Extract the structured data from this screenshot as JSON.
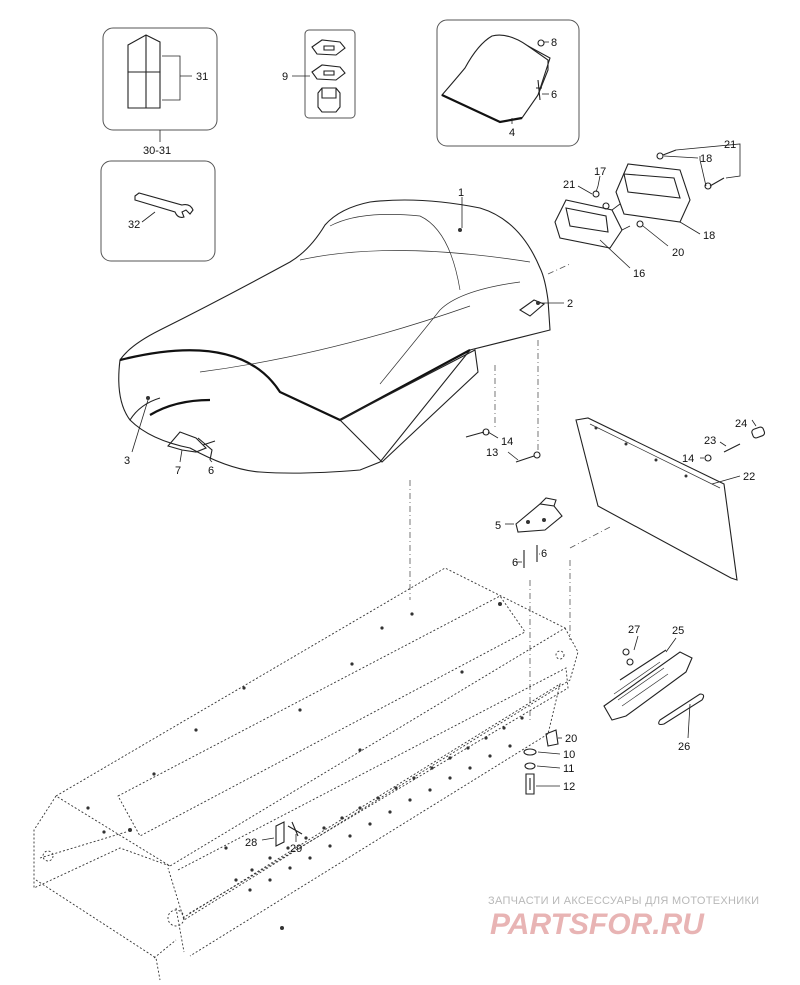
{
  "callouts": {
    "c1": "1",
    "c2": "2",
    "c3": "3",
    "c4": "4",
    "c5": "5",
    "c6a": "6",
    "c6b": "6",
    "c6c": "6",
    "c6d": "6",
    "c7": "7",
    "c8": "8",
    "c9": "9",
    "c10": "10",
    "c11": "11",
    "c12": "12",
    "c13": "13",
    "c14a": "14",
    "c14b": "14",
    "c16": "16",
    "c17": "17",
    "c18a": "18",
    "c18b": "18",
    "c20a": "20",
    "c20b": "20",
    "c21a": "21",
    "c21b": "21",
    "c22": "22",
    "c23": "23",
    "c24": "24",
    "c25": "25",
    "c26": "26",
    "c27": "27",
    "c28": "28",
    "c29": "29",
    "c31": "31",
    "c30_31": "30-31",
    "c32": "32"
  },
  "watermark": {
    "line1": "ЗАПЧАСТИ И АКСЕССУАРЫ ДЛЯ МОТОТЕХНИКИ",
    "line2": "PARTSFOR.RU"
  },
  "colors": {
    "line": "#222222",
    "watermark_text": "#b8b8b8",
    "watermark_logo": "#e8b4b4"
  }
}
